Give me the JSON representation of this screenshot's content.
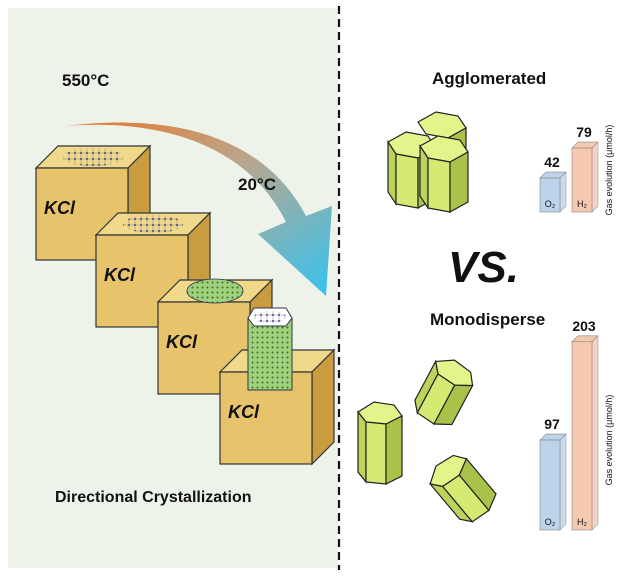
{
  "left": {
    "temp_high": "550°C",
    "temp_low": "20°C",
    "cube_label": "KCl",
    "caption": "Directional Crystallization"
  },
  "vs_label": "VS.",
  "top": {
    "title": "Agglomerated",
    "axis_label": "Gas evolution (μmol/h)"
  },
  "bottom": {
    "title": "Monodisperse",
    "axis_label": "Gas evolution (μmol/h)"
  },
  "chart_data": [
    {
      "type": "bar",
      "title": "Agglomerated",
      "categories": [
        "O₂",
        "H₂"
      ],
      "values": [
        42,
        79
      ],
      "value_labels": [
        "42",
        "79"
      ],
      "ylabel": "Gas evolution (μmol/h)",
      "ylim": [
        0,
        220
      ],
      "colors": [
        "#bcd3ea",
        "#f5c9b0"
      ]
    },
    {
      "type": "bar",
      "title": "Monodisperse",
      "categories": [
        "O₂",
        "H₂"
      ],
      "values": [
        97,
        203
      ],
      "value_labels": [
        "97",
        "203"
      ],
      "ylabel": "Gas evolution (μmol/h)",
      "ylim": [
        0,
        220
      ],
      "colors": [
        "#bcd3ea",
        "#f5c9b0"
      ]
    }
  ],
  "colors": {
    "left_bg": "#eef3ea",
    "right_bg": "#ffffff",
    "cube_face": "#e7c36b",
    "cube_top": "#f1d98c",
    "cube_side": "#c99c3f",
    "prism_face": "#e3f58a",
    "arrow_start": "#e8772a",
    "arrow_end": "#35c3f0"
  }
}
